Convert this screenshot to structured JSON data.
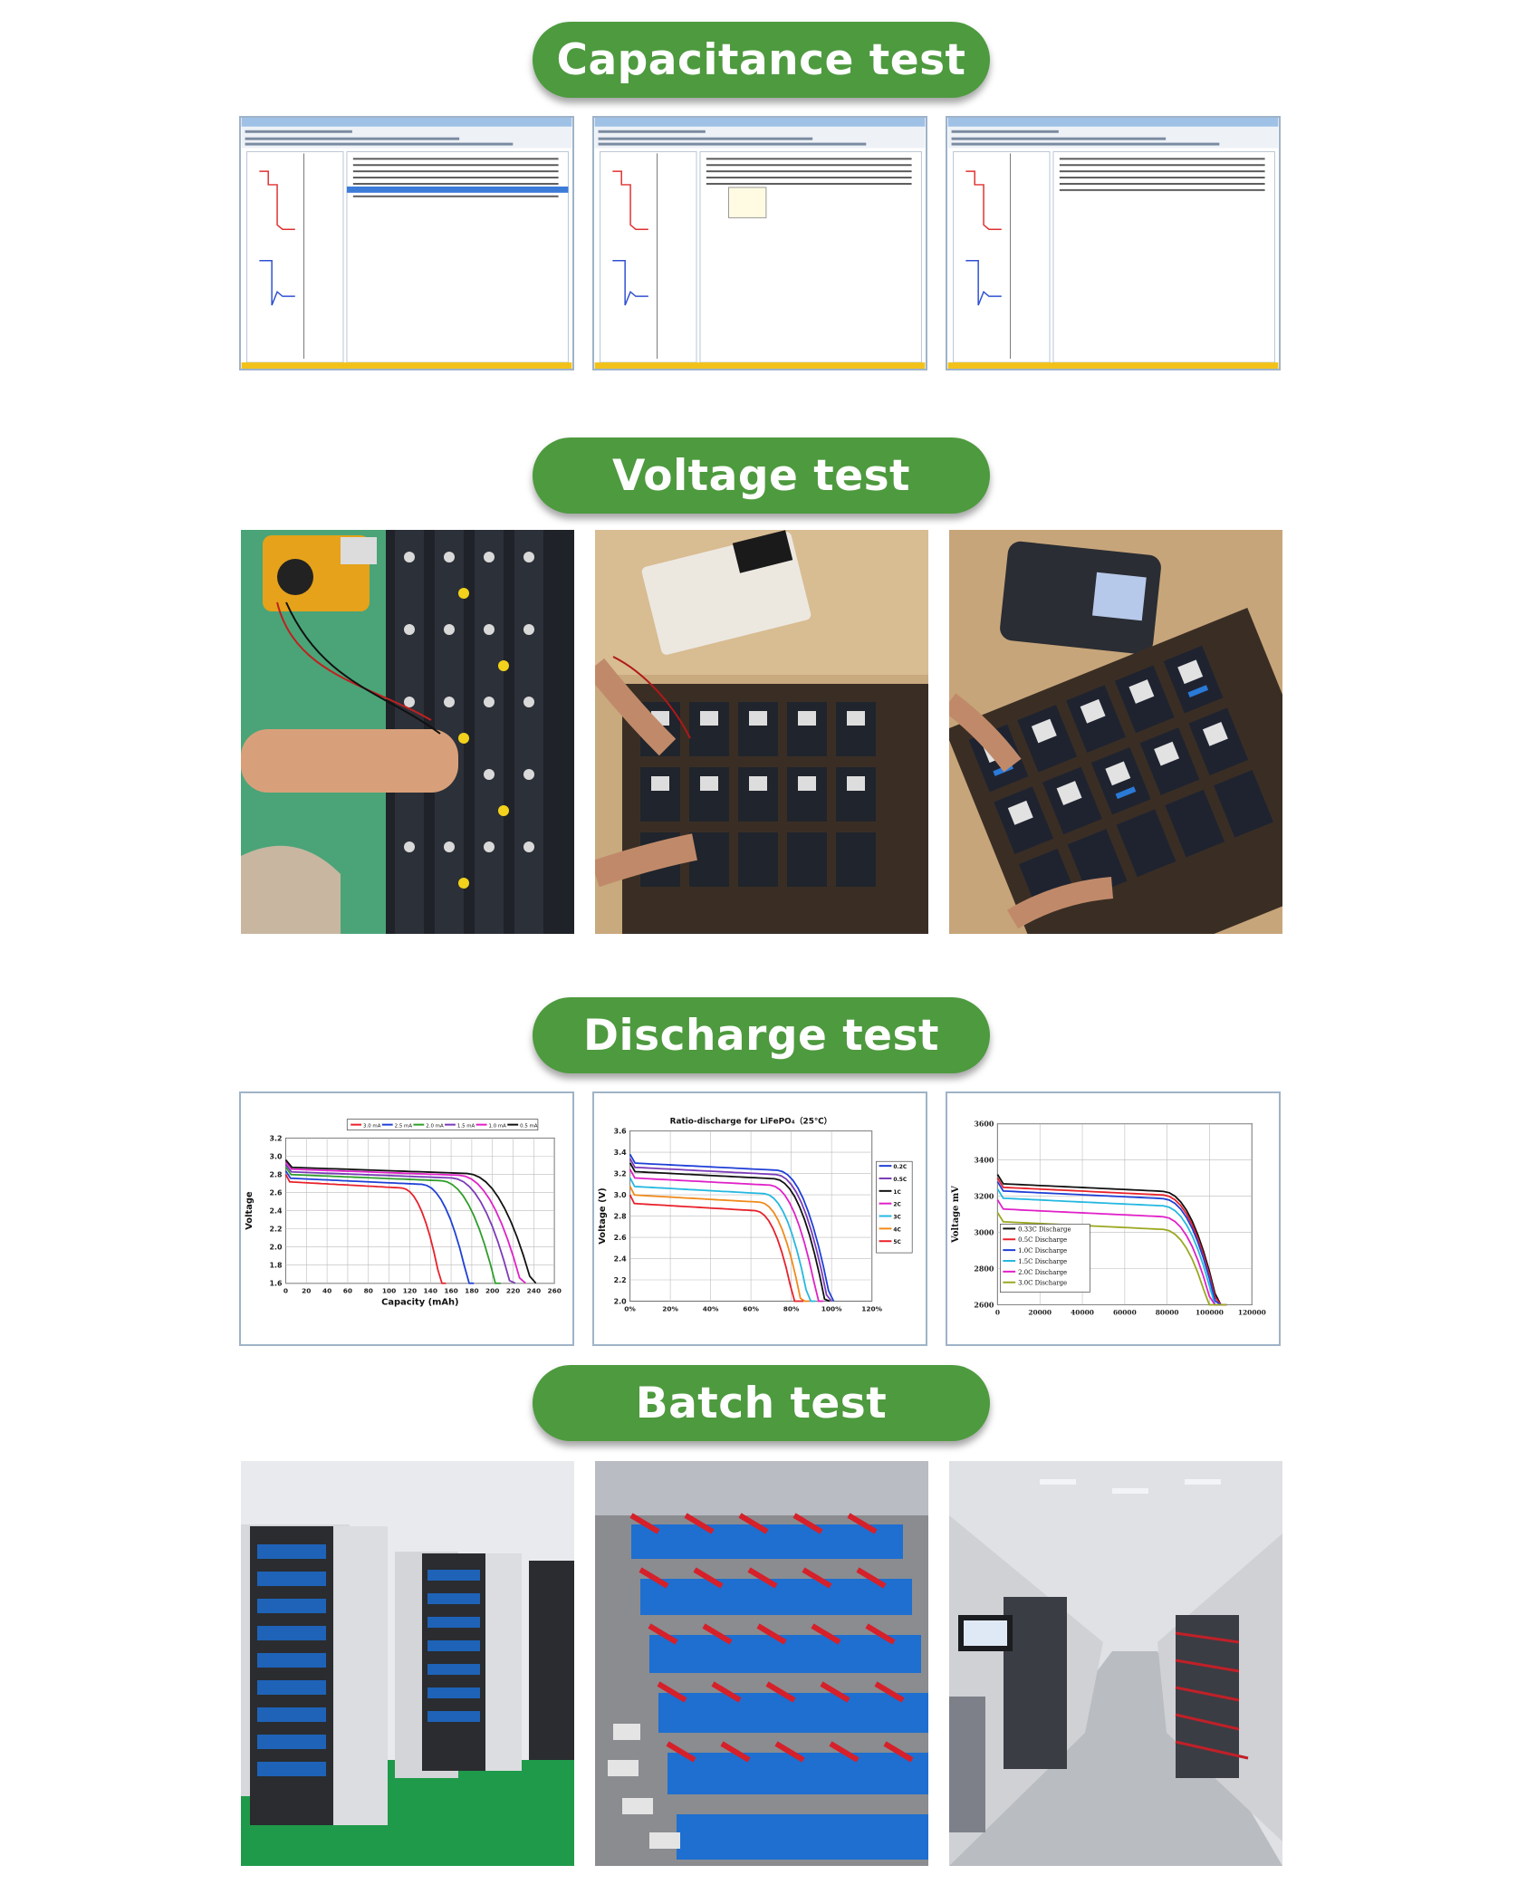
{
  "sections": [
    {
      "title": "Capacitance test"
    },
    {
      "title": "Voltage test"
    },
    {
      "title": "Discharge test"
    },
    {
      "title": "Batch test"
    }
  ],
  "colors": {
    "pill": "#4e9a3f",
    "pill_text": "#ffffff",
    "window_blue": "#9fc1e6"
  },
  "discharge_charts": {
    "chart_data": [
      {
        "type": "line",
        "title": "",
        "xlabel": "Capacity (mAh)",
        "ylabel": "Voltage",
        "xlim": [
          0,
          260
        ],
        "ylim": [
          1.6,
          3.2
        ],
        "x_ticks": [
          "0",
          "20",
          "40",
          "60",
          "80",
          "100",
          "120",
          "140",
          "160",
          "180",
          "200",
          "220",
          "240",
          "260"
        ],
        "y_ticks": [
          "3.2",
          "3.0",
          "2.8",
          "2.6",
          "2.4",
          "2.2",
          "2.0",
          "1.8",
          "1.6"
        ],
        "legend": [
          "3.0 mA",
          "2.5 mA",
          "2.0 mA",
          "1.5 mA",
          "1.0 mA",
          "0.5 mA"
        ],
        "series": [
          {
            "name": "3.0 mA",
            "color": "#e8202a",
            "end": 155,
            "v0": 2.72
          },
          {
            "name": "2.5 mA",
            "color": "#1f3fd6",
            "end": 182,
            "v0": 2.76
          },
          {
            "name": "2.0 mA",
            "color": "#2e9d2a",
            "end": 208,
            "v0": 2.8
          },
          {
            "name": "1.5 mA",
            "color": "#7a3ab8",
            "end": 222,
            "v0": 2.83
          },
          {
            "name": "1.0 mA",
            "color": "#e020c8",
            "end": 232,
            "v0": 2.86
          },
          {
            "name": "0.5 mA",
            "color": "#111111",
            "end": 242,
            "v0": 2.88
          }
        ]
      },
      {
        "type": "line",
        "title": "Ratio-discharge for LiFePO₄（25℃）",
        "xlabel": "",
        "ylabel": "Voltage (V)",
        "xlim": [
          0,
          120
        ],
        "ylim": [
          2.0,
          3.6
        ],
        "x_ticks": [
          "0%",
          "20%",
          "40%",
          "60%",
          "80%",
          "100%",
          "120%"
        ],
        "y_ticks": [
          "3.6",
          "3.4",
          "3.2",
          "3.0",
          "2.8",
          "2.6",
          "2.4",
          "2.2",
          "2.0"
        ],
        "legend": [
          "0.2C",
          "0.5C",
          "1C",
          "2C",
          "3C",
          "4C",
          "5C"
        ],
        "series": [
          {
            "name": "0.2C",
            "color": "#1f3fd6",
            "end": 101,
            "v0": 3.3
          },
          {
            "name": "0.5C",
            "color": "#7a3ab8",
            "end": 100,
            "v0": 3.26
          },
          {
            "name": "1C",
            "color": "#111111",
            "end": 99,
            "v0": 3.22
          },
          {
            "name": "2C",
            "color": "#e020c8",
            "end": 96,
            "v0": 3.16
          },
          {
            "name": "3C",
            "color": "#24b8e0",
            "end": 92,
            "v0": 3.08
          },
          {
            "name": "4C",
            "color": "#f08a1a",
            "end": 89,
            "v0": 3.0
          },
          {
            "name": "5C",
            "color": "#e8202a",
            "end": 86,
            "v0": 2.92
          }
        ]
      },
      {
        "type": "line",
        "title": "",
        "xlabel": "",
        "ylabel": "Voltage mV",
        "xlim": [
          0,
          120000
        ],
        "ylim": [
          2600,
          3600
        ],
        "x_ticks": [
          "0",
          "20000",
          "40000",
          "60000",
          "80000",
          "100000",
          "120000"
        ],
        "y_ticks": [
          "3600",
          "3400",
          "3200",
          "3000",
          "2800",
          "2600"
        ],
        "legend": [
          "0.33C Discharge",
          "0.5C Discharge",
          "1.0C Discharge",
          "1.5C Discharge",
          "2.0C Discharge",
          "3.0C Discharge"
        ],
        "series": [
          {
            "name": "0.33C Discharge",
            "color": "#111111",
            "end": 108000,
            "v0": 3270
          },
          {
            "name": "0.5C Discharge",
            "color": "#e8202a",
            "end": 108000,
            "v0": 3250
          },
          {
            "name": "1.0C Discharge",
            "color": "#1f3fd6",
            "end": 108000,
            "v0": 3230
          },
          {
            "name": "1.5C Discharge",
            "color": "#24b8e0",
            "end": 108000,
            "v0": 3190
          },
          {
            "name": "2.0C Discharge",
            "color": "#e020c8",
            "end": 108000,
            "v0": 3130
          },
          {
            "name": "3.0C Discharge",
            "color": "#9aa820",
            "end": 108000,
            "v0": 3060
          }
        ]
      }
    ]
  }
}
